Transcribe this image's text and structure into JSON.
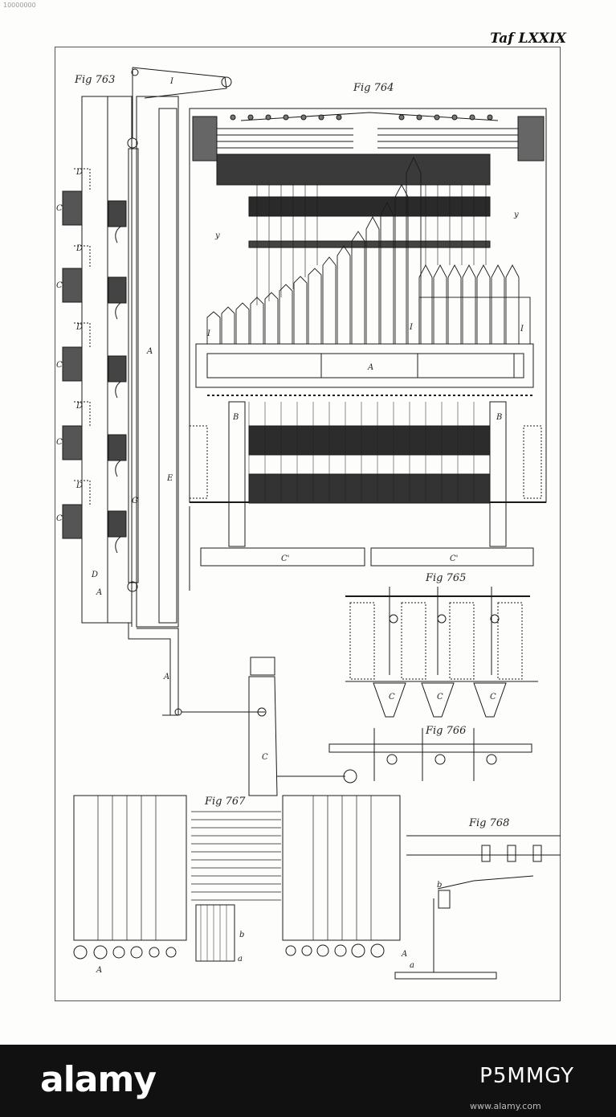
{
  "plate": {
    "title": "Taf LXXIX",
    "scan_tag": "10000000"
  },
  "figures": {
    "fig763": "Fig 763",
    "fig764": "Fig 764",
    "fig765": "Fig 765",
    "fig766": "Fig 766",
    "fig767": "Fig 767",
    "fig768": "Fig 768"
  },
  "stock": {
    "brand": "alamy",
    "image_id": "P5MMGY",
    "url": "www.alamy.com"
  },
  "colors": {
    "ink": "#1a1a1a",
    "paper": "#fdfdfb",
    "banner": "#111111"
  }
}
